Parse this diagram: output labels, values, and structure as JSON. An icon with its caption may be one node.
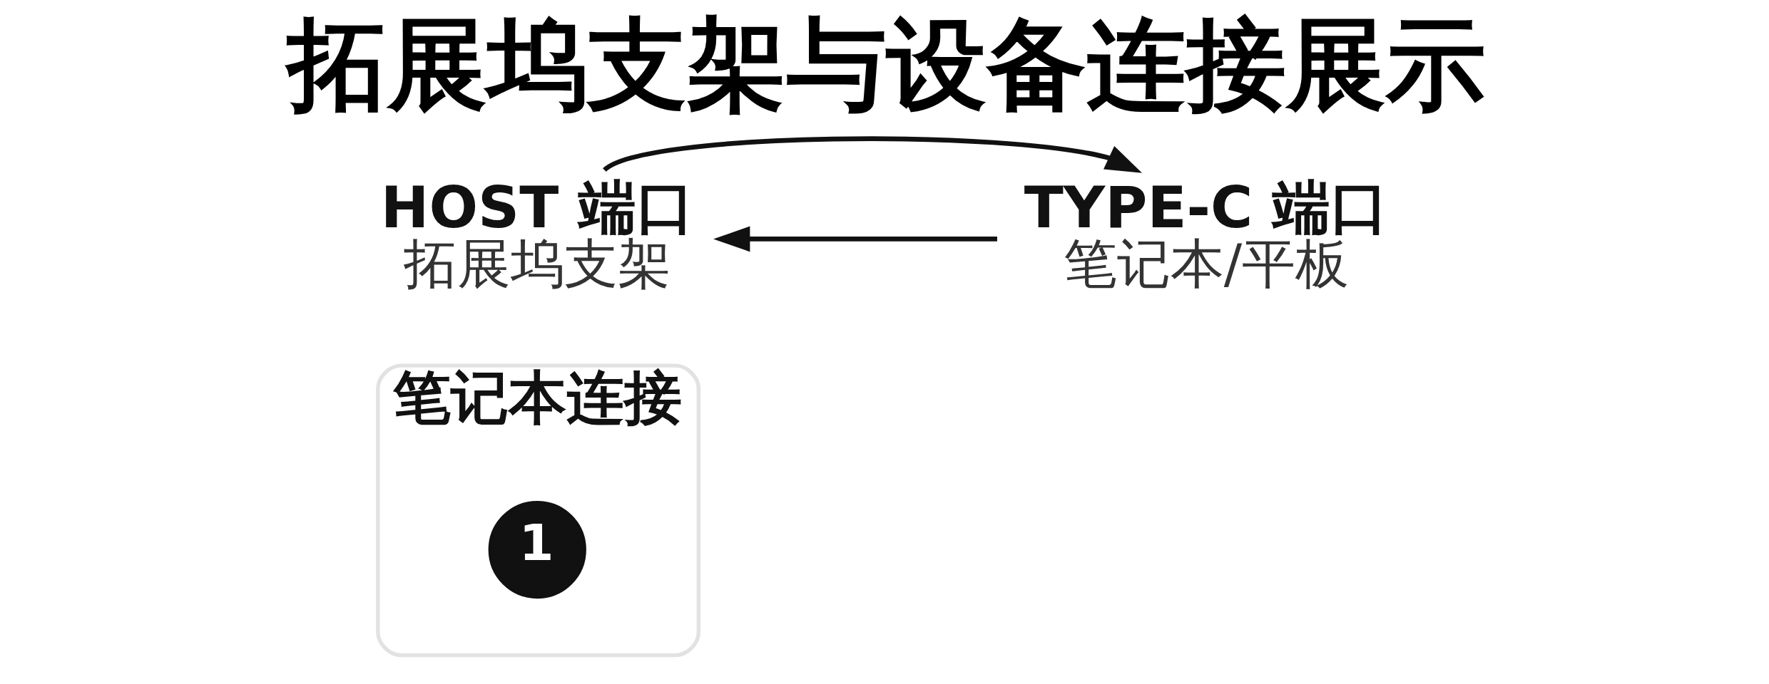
{
  "diagram": {
    "title": "拓展坞支架与设备连接展示",
    "nodes": [
      {
        "text": [
          "HOST 端口",
          "拓展坞支架"
        ]
      },
      {
        "text": [
          "TYPE-C 端口",
          "笔记本/平板"
        ]
      },
      {
        "text": [
          "笔记本连接"
        ]
      },
      {
        "text": [
          "1"
        ],
        "in": 2
      }
    ],
    "edges": [
      {
        "from": 0,
        "to": 1,
        "arrow": "to"
      },
      {
        "from": 1,
        "to": 0,
        "arrow": "to"
      }
    ]
  }
}
